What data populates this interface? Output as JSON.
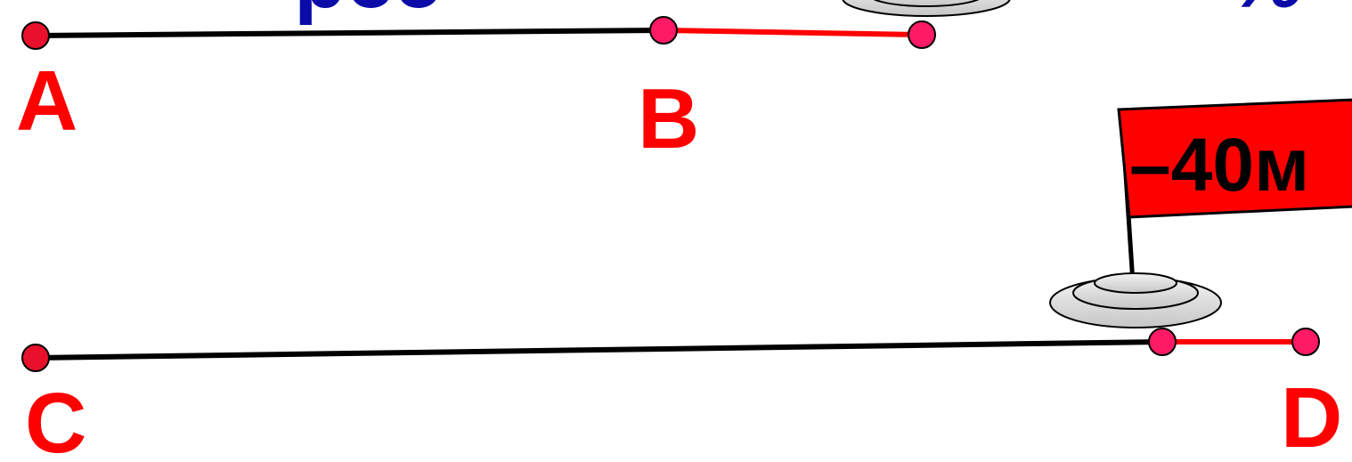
{
  "header_fragments": {
    "left": "рсс",
    "right": "%"
  },
  "points": {
    "a": "A",
    "b": "B",
    "c": "C",
    "d": "D"
  },
  "flag": {
    "text": "–40м"
  },
  "colors": {
    "line": "#000000",
    "segment": "#ff0000",
    "point_fill_start": "#e8102a",
    "point_fill": "#ff1a66",
    "label": "#ff0000",
    "header": "#0b0ba8",
    "flag_bg": "#ff0000"
  }
}
